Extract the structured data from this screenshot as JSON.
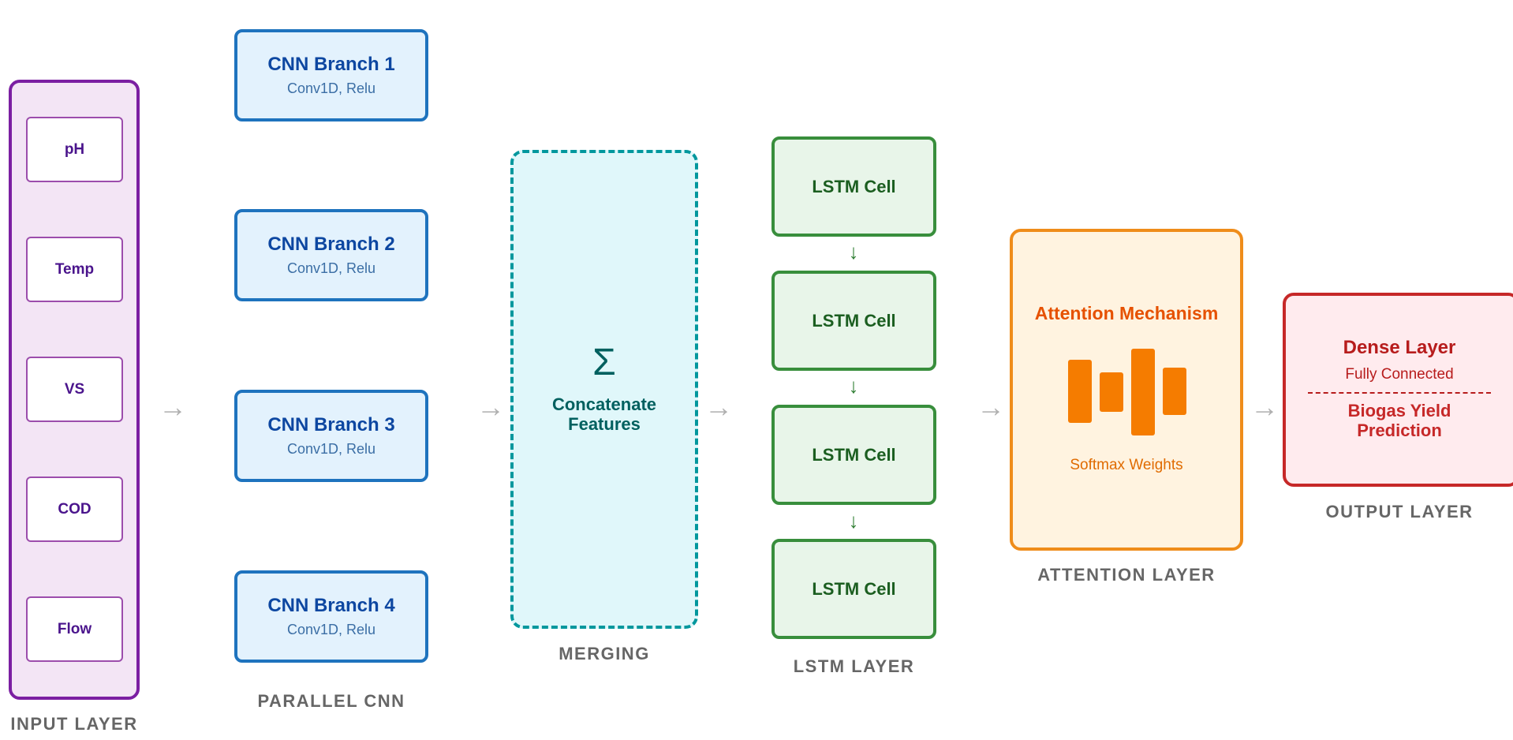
{
  "input_layer": {
    "items": [
      "pH",
      "Temp",
      "VS",
      "COD",
      "Flow"
    ],
    "label": "INPUT LAYER"
  },
  "parallel_cnn": {
    "branches": [
      {
        "title": "CNN Branch 1",
        "subtitle": "Conv1D, Relu"
      },
      {
        "title": "CNN Branch 2",
        "subtitle": "Conv1D, Relu"
      },
      {
        "title": "CNN Branch 3",
        "subtitle": "Conv1D, Relu"
      },
      {
        "title": "CNN Branch 4",
        "subtitle": "Conv1D, Relu"
      }
    ],
    "label": "PARALLEL CNN"
  },
  "merging": {
    "symbol": "Σ",
    "text_line1": "Concatenate",
    "text_line2": "Features",
    "label": "MERGING"
  },
  "lstm_layer": {
    "cells": [
      "LSTM Cell",
      "LSTM Cell",
      "LSTM Cell",
      "LSTM Cell"
    ],
    "arrow": "↓",
    "label": "LSTM LAYER"
  },
  "attention_layer": {
    "title": "Attention Mechanism",
    "subtitle": "Softmax Weights",
    "label": "ATTENTION LAYER",
    "bar_color": "#f57c00"
  },
  "output_layer": {
    "title": "Dense Layer",
    "subtitle": "Fully Connected",
    "prediction_line1": "Biogas Yield",
    "prediction_line2": "Prediction",
    "label": "OUTPUT LAYER"
  },
  "flow_arrow": "→",
  "colors": {
    "input": "#7b1fa2",
    "cnn": "#1e73be",
    "merge": "#00979d",
    "lstm": "#388e3c",
    "attention": "#ef8c1a",
    "output": "#c62828"
  }
}
